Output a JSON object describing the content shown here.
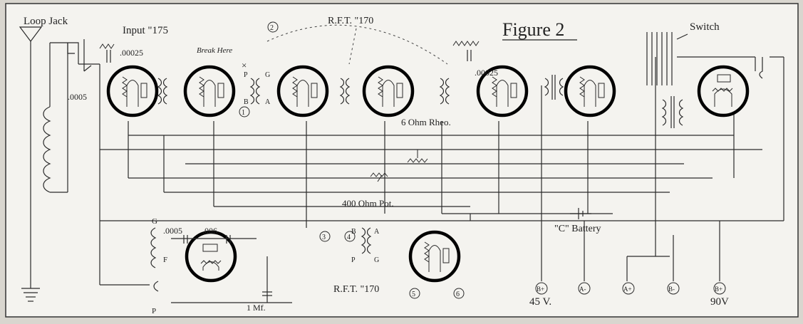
{
  "figure": {
    "title": "Figure 2"
  },
  "labels": {
    "loop_jack": "Loop Jack",
    "input_175": "Input \"175",
    "rft_top": "R.F.T. \"170",
    "rft_bottom": "R.F.T. \"170",
    "switch": "Switch",
    "break_here": "Break Here",
    "cap_00025_left": ".00025",
    "cap_00025_right": ".00025",
    "cap_0005_left": ".0005",
    "cap_0005_bottom": ".0005",
    "cap_006": ".006",
    "rheo": "6 Ohm Rheo.",
    "pot": "400 Ohm Pot.",
    "c_battery": "\"C\" Battery",
    "one_mf": "1 Mf.",
    "v45": "45 V.",
    "v90": "90V"
  },
  "markers": [
    "1",
    "2",
    "3",
    "4",
    "5",
    "6"
  ],
  "coil_letters": {
    "top": [
      "P",
      "G",
      "B",
      "A"
    ],
    "bottom_rft": [
      "B",
      "A",
      "P",
      "G"
    ],
    "reflex": [
      "G",
      "F",
      "P"
    ]
  },
  "terminals": {
    "b_plus_45": "B+",
    "a_minus": "A-",
    "a_plus": "A+",
    "b_minus": "B-",
    "b_plus_90": "B+"
  },
  "colors": {
    "paper": "#f4f3ef",
    "ink": "#2a2a2a",
    "frame": "#d9d6cf"
  }
}
